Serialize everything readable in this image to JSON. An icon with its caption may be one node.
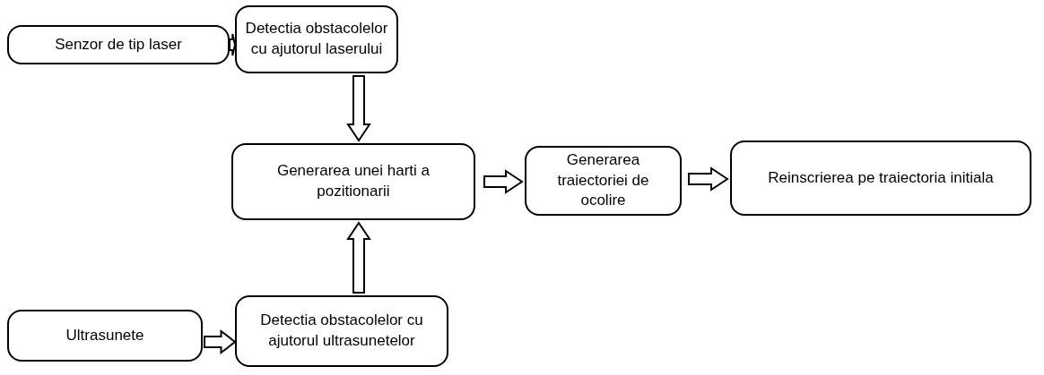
{
  "diagram": {
    "nodes": [
      {
        "text": [
          "Senzor de tip laser"
        ]
      },
      {
        "text": [
          "Detectia obstacolelor cu ajutorul laserului"
        ]
      },
      {
        "text": [
          "Generarea unei harti a pozitionarii"
        ]
      },
      {
        "text": [
          "Generarea traiectoriei de ocolire"
        ]
      },
      {
        "text": [
          "Reinscrierea pe traiectoria initiala"
        ]
      },
      {
        "text": [
          "Ultrasunete"
        ]
      },
      {
        "text": [
          "Detectia obstacolelor cu ajutorul ultrasunetelor"
        ]
      }
    ],
    "edges": [
      {
        "from": 0,
        "to": 1,
        "arrow": "to"
      },
      {
        "from": 1,
        "to": 2,
        "arrow": "to"
      },
      {
        "from": 6,
        "to": 2,
        "arrow": "to"
      },
      {
        "from": 2,
        "to": 3,
        "arrow": "to"
      },
      {
        "from": 3,
        "to": 4,
        "arrow": "to"
      },
      {
        "from": 5,
        "to": 6,
        "arrow": "to"
      }
    ]
  }
}
